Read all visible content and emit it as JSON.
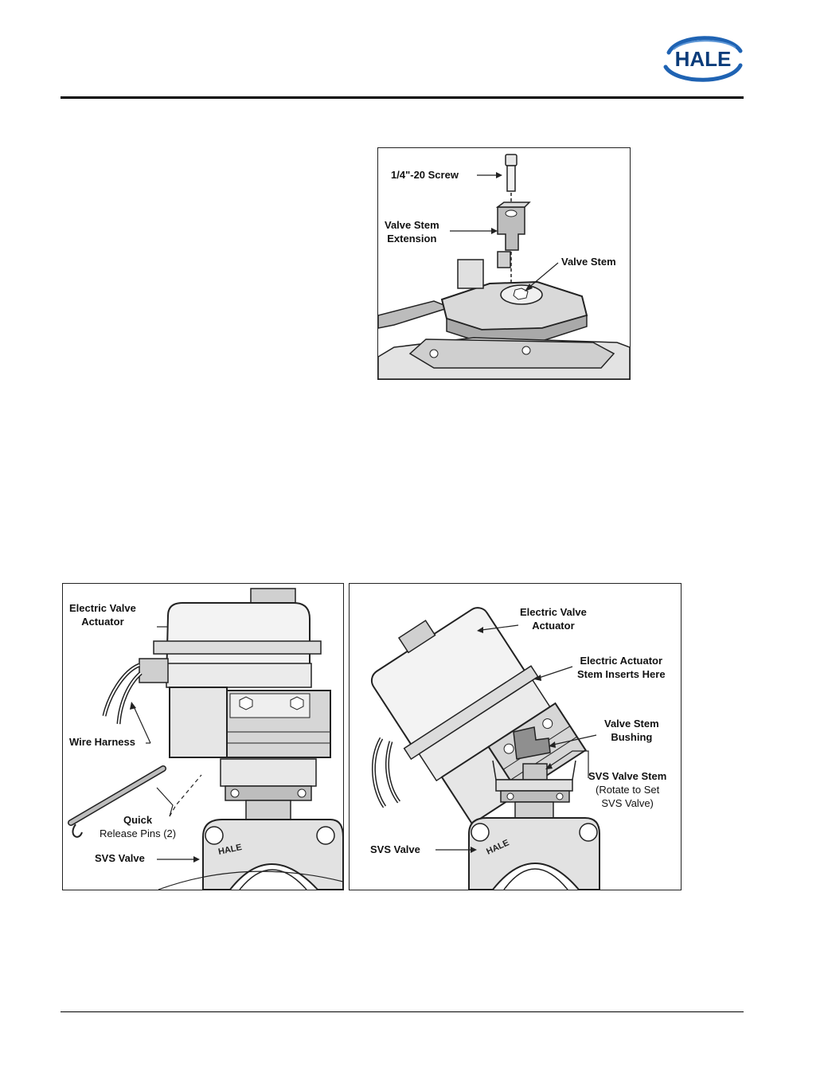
{
  "header": {
    "logo_text": "HALE",
    "logo_colors": {
      "ring": "#1f63b3",
      "text": "#0b3c7a"
    }
  },
  "figure_top": {
    "labels": {
      "screw": "1/4\"-20 Screw",
      "extension_line1": "Valve Stem",
      "extension_line2": "Extension",
      "valve_stem": "Valve Stem"
    }
  },
  "figure_left": {
    "labels": {
      "actuator_line1": "Electric Valve",
      "actuator_line2": "Actuator",
      "wire_harness": "Wire Harness",
      "pins_line1": "Quick",
      "pins_line2": "Release Pins (2)",
      "svs_valve": "SVS Valve"
    },
    "valve_brand": "HALE"
  },
  "figure_right": {
    "labels": {
      "actuator_line1": "Electric Valve",
      "actuator_line2": "Actuator",
      "stem_inserts_line1": "Electric Actuator",
      "stem_inserts_line2": "Stem Inserts Here",
      "bushing_line1": "Valve Stem",
      "bushing_line2": "Bushing",
      "svs_stem": "SVS Valve Stem",
      "svs_stem_note_line1": "(Rotate to Set",
      "svs_stem_note_line2": "SVS Valve)",
      "svs_valve": "SVS Valve"
    },
    "valve_brand": "HALE"
  }
}
